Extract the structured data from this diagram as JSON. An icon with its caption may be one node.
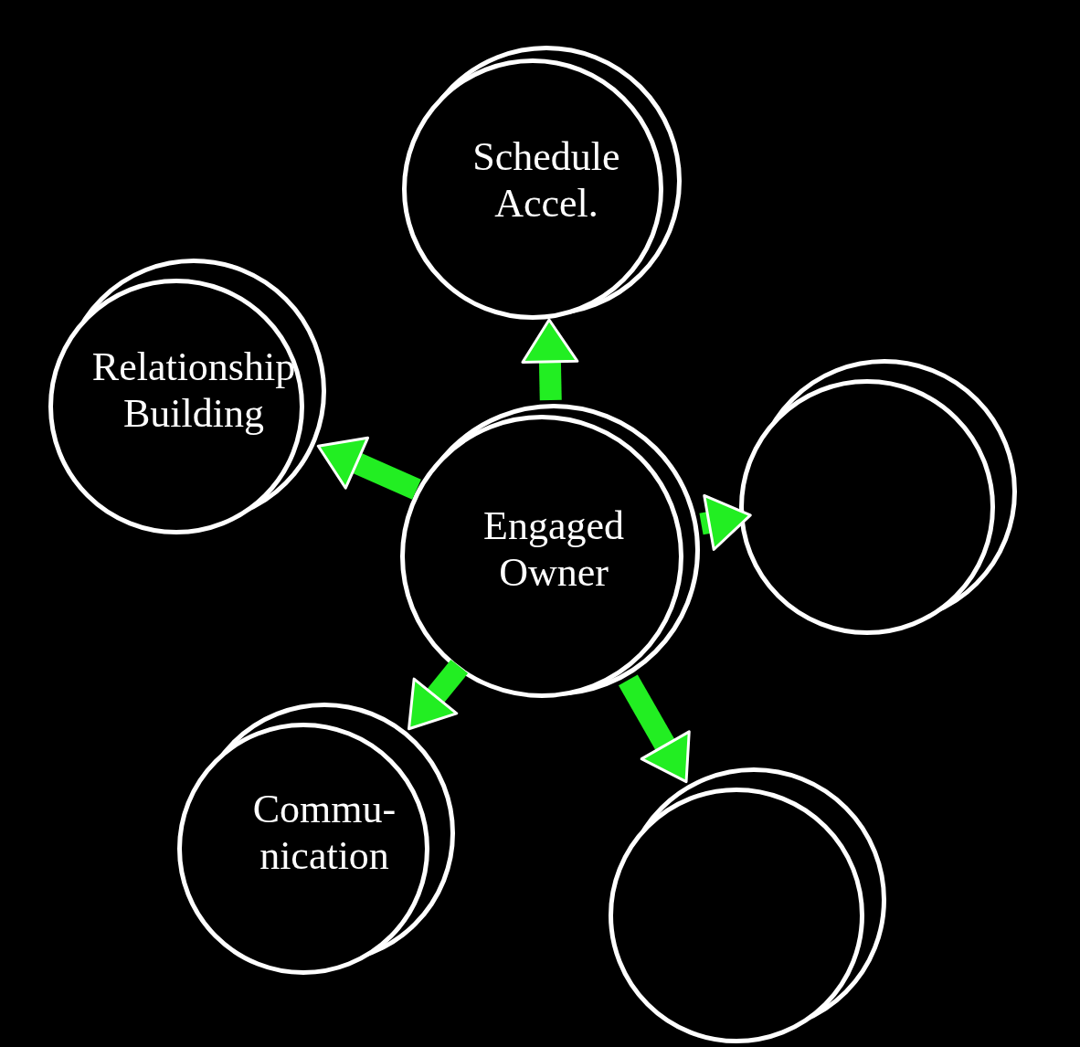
{
  "diagram": {
    "nodes": [
      {
        "text": [
          "Schedule Accel."
        ]
      },
      {
        "text": [
          "Relationship Building"
        ]
      },
      {
        "text": [
          "Engaged Owner"
        ]
      },
      {
        "text": [],
        "shape": "circle"
      },
      {
        "text": [
          "Commu- nication"
        ]
      },
      {
        "text": [],
        "shape": "circle"
      }
    ],
    "edges": [
      {
        "from": 2,
        "to": 0,
        "arrow": "to"
      },
      {
        "from": 2,
        "to": 1,
        "arrow": "to"
      },
      {
        "from": 2,
        "to": 3,
        "arrow": "to"
      },
      {
        "from": 2,
        "to": 4,
        "arrow": "to"
      },
      {
        "from": 2,
        "to": 5,
        "arrow": "to"
      }
    ]
  }
}
